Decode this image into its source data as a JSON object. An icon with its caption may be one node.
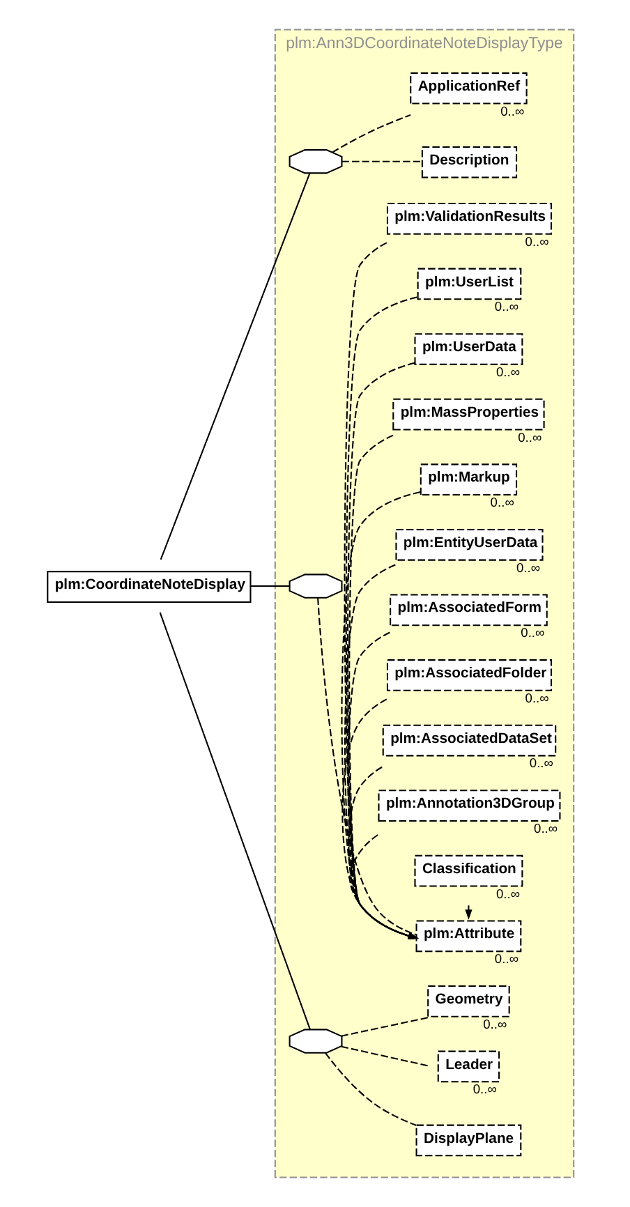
{
  "diagram": {
    "nodes": [
      {
        "text": [
          "plm:Ann3DCoordinateNoteDisplayType"
        ]
      },
      {
        "text": [
          "plm:CoordinateNoteDisplay"
        ]
      },
      {
        "text": [],
        "shape": "octagon",
        "in": 0
      },
      {
        "text": [
          "Description"
        ],
        "in": 0
      },
      {
        "text": [
          "ApplicationRef"
        ],
        "beside": [
          "0..∞"
        ],
        "in": 0
      },
      {
        "text": [],
        "shape": "octagon",
        "in": 0
      },
      {
        "text": [
          "plm:Attribute"
        ],
        "beside": [
          "0..∞"
        ],
        "in": 0
      },
      {
        "text": [
          "Classification"
        ],
        "beside": [
          "0..∞"
        ],
        "in": 0
      },
      {
        "text": [
          "plm:Annotation3DGroup"
        ],
        "beside": [
          "0..∞"
        ],
        "in": 0
      },
      {
        "text": [
          "plm:AssociatedDataSet"
        ],
        "beside": [
          "0..∞"
        ],
        "in": 0
      },
      {
        "text": [
          "plm:AssociatedFolder"
        ],
        "beside": [
          "0..∞"
        ],
        "in": 0
      },
      {
        "text": [
          "plm:AssociatedForm"
        ],
        "beside": [
          "0..∞"
        ],
        "in": 0
      },
      {
        "text": [
          "plm:EntityUserData"
        ],
        "beside": [
          "0..∞"
        ],
        "in": 0
      },
      {
        "text": [
          "plm:Markup"
        ],
        "beside": [
          "0..∞"
        ],
        "in": 0
      },
      {
        "text": [
          "plm:MassProperties"
        ],
        "beside": [
          "0..∞"
        ],
        "in": 0
      },
      {
        "text": [
          "plm:UserData"
        ],
        "beside": [
          "0..∞"
        ],
        "in": 0
      },
      {
        "text": [
          "plm:UserList"
        ],
        "beside": [
          "0..∞"
        ],
        "in": 0
      },
      {
        "text": [
          "plm:ValidationResults"
        ],
        "beside": [
          "0..∞"
        ],
        "in": 0
      },
      {
        "text": [],
        "shape": "octagon",
        "in": 0
      },
      {
        "text": [
          "DisplayPlane"
        ],
        "in": 0
      },
      {
        "text": [
          "Leader"
        ],
        "beside": [
          "0..∞"
        ],
        "in": 0
      },
      {
        "text": [
          "Geometry"
        ],
        "beside": [
          "0..∞"
        ],
        "in": 0
      }
    ],
    "edges": [
      {
        "from": 1,
        "to": 2,
        "arrow": "none"
      },
      {
        "from": 1,
        "to": 5,
        "arrow": "none"
      },
      {
        "from": 1,
        "to": 18,
        "arrow": "none"
      },
      {
        "from": 2,
        "to": 3,
        "arrow": "none",
        "style": "dashed"
      },
      {
        "from": 2,
        "to": 4,
        "arrow": "none",
        "style": "dashed"
      },
      {
        "from": 5,
        "to": 6,
        "arrow": "none",
        "style": "dashed"
      },
      {
        "from": 7,
        "to": 6,
        "arrow": "to",
        "style": "dashed"
      },
      {
        "from": 8,
        "to": 6,
        "arrow": "to",
        "style": "dashed"
      },
      {
        "from": 9,
        "to": 6,
        "arrow": "to",
        "style": "dashed"
      },
      {
        "from": 10,
        "to": 6,
        "arrow": "to",
        "style": "dashed"
      },
      {
        "from": 11,
        "to": 6,
        "arrow": "to",
        "style": "dashed"
      },
      {
        "from": 12,
        "to": 6,
        "arrow": "to",
        "style": "dashed"
      },
      {
        "from": 13,
        "to": 6,
        "arrow": "to",
        "style": "dashed"
      },
      {
        "from": 14,
        "to": 6,
        "arrow": "to",
        "style": "dashed"
      },
      {
        "from": 15,
        "to": 6,
        "arrow": "to",
        "style": "dashed"
      },
      {
        "from": 16,
        "to": 6,
        "arrow": "to",
        "style": "dashed"
      },
      {
        "from": 17,
        "to": 6,
        "arrow": "to",
        "style": "dashed"
      },
      {
        "from": 18,
        "to": 19,
        "arrow": "none",
        "style": "dashed"
      },
      {
        "from": 18,
        "to": 20,
        "arrow": "none",
        "style": "dashed"
      },
      {
        "from": 18,
        "to": 21,
        "arrow": "none",
        "style": "dashed"
      }
    ]
  }
}
